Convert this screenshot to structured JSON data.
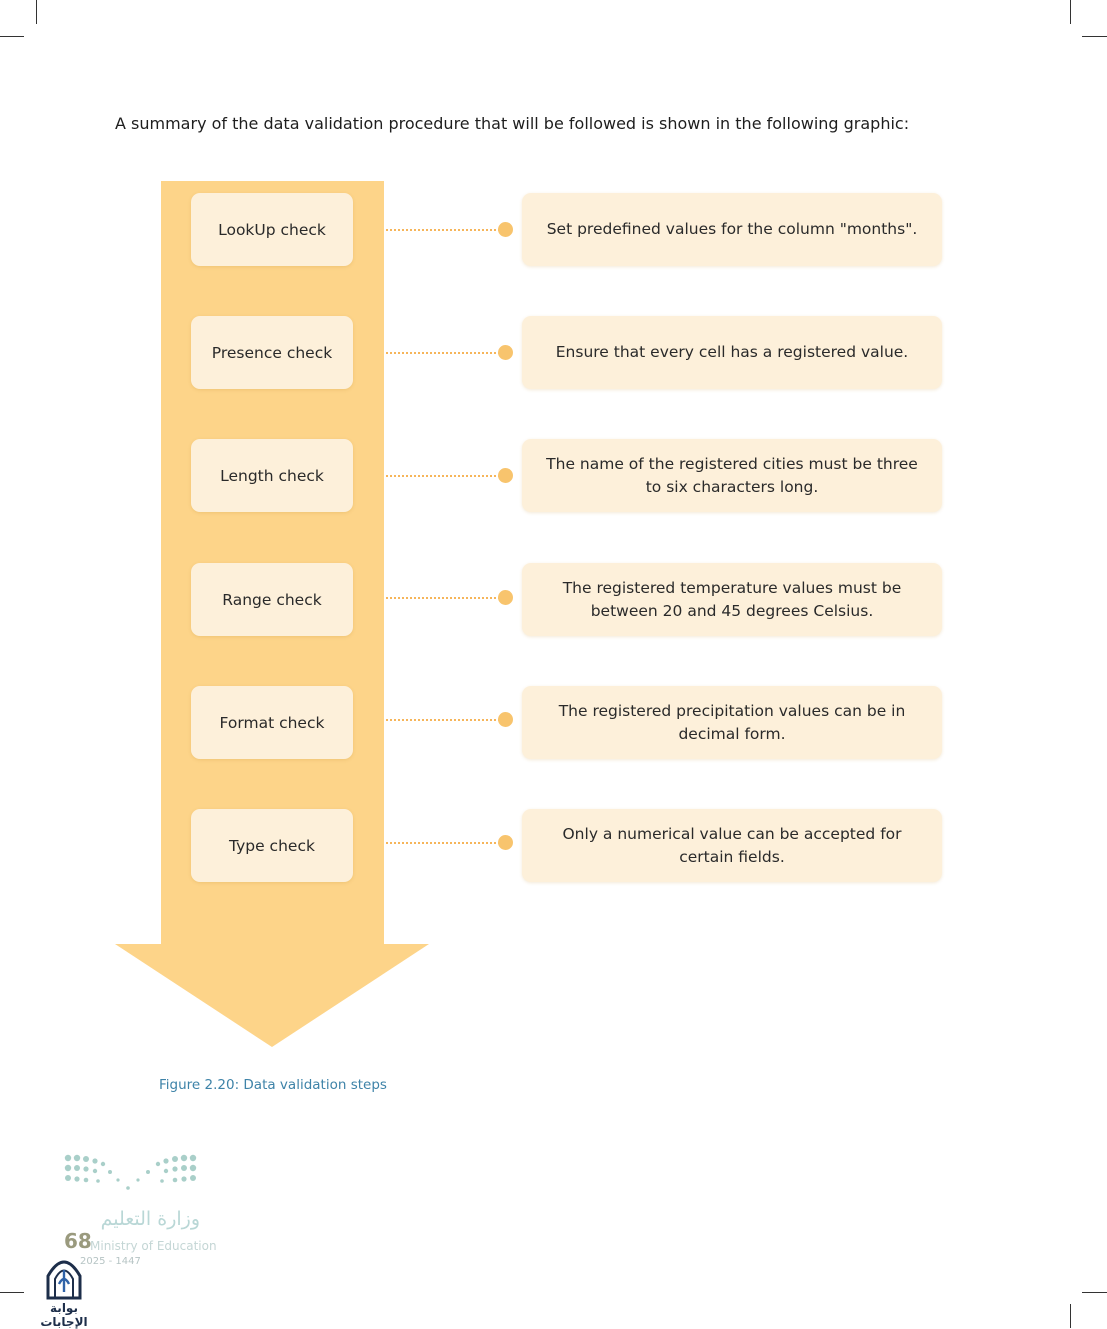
{
  "intro_text": "A summary of the data validation procedure that will be followed is shown in the following graphic:",
  "steps": [
    {
      "check": "LookUp check",
      "description": "Set predefined values for the column \"months\"."
    },
    {
      "check": "Presence check",
      "description": "Ensure that every cell has a registered value."
    },
    {
      "check": "Length check",
      "description": "The name of the registered cities must be three to six characters long."
    },
    {
      "check": "Range check",
      "description": "The registered temperature values must be between 20 and 45 degrees Celsius."
    },
    {
      "check": "Format check",
      "description": "The registered precipitation values can be in decimal form."
    },
    {
      "check": "Type check",
      "description": "Only a numerical value can be accepted for certain fields."
    }
  ],
  "figure_caption": "Figure 2.20: Data validation steps",
  "footer": {
    "ministry_arabic": "وزارة التعليم",
    "ministry_english": "Ministry of Education",
    "page_number": "68",
    "year": "2025 - 1447",
    "gate_label": "بوابة الإجابات"
  },
  "colors": {
    "arrow": "#fdd489",
    "box": "#fdf0da",
    "connector": "#f6b55a",
    "caption": "#3e83a8"
  }
}
